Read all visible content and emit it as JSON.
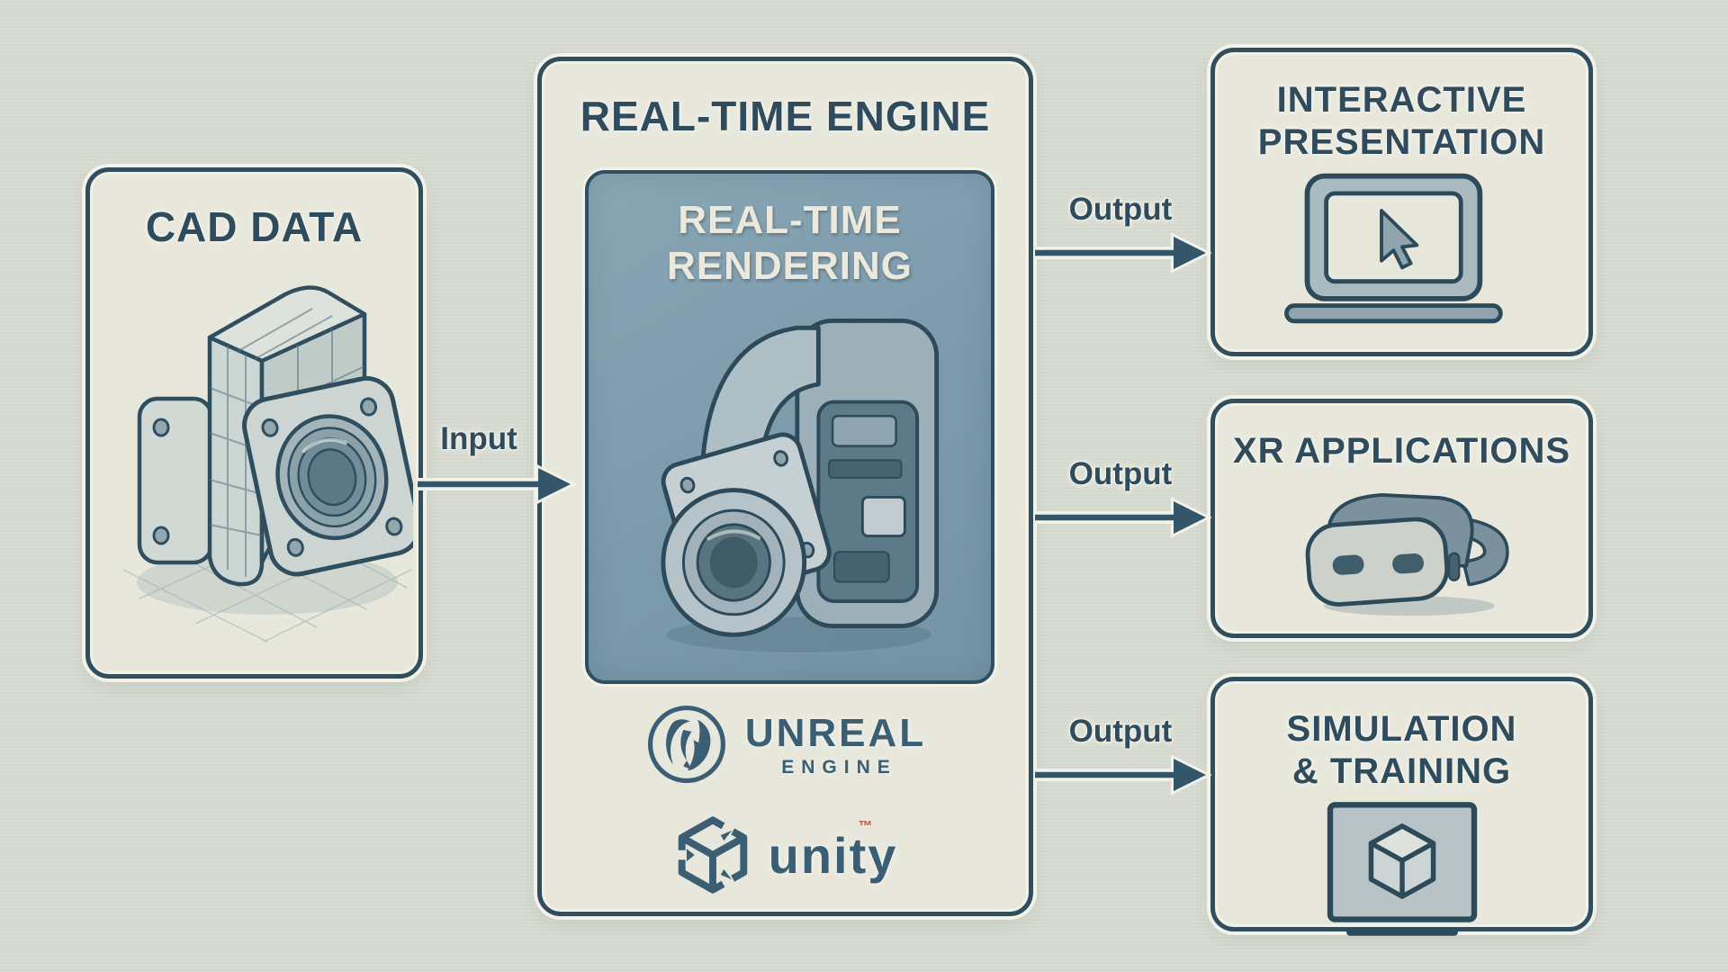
{
  "page": {
    "background_color": "#d7dbd1",
    "panel_fill": "#e8e7dc",
    "accent_dark": "#2f4e5f",
    "halo_color": "#f3f2e8",
    "rendering_panel_blue": "#7b9aab",
    "logo_slate": "#3a5f75",
    "trademark_red": "#c0524e"
  },
  "cad_box": {
    "title": "CAD DATA",
    "icon": "cad-part-icon"
  },
  "engine_box": {
    "title": "REAL-TIME ENGINE",
    "rendering_panel": {
      "title_lines": [
        "REAL-TIME",
        "RENDERING"
      ],
      "text_color": "#ece9db",
      "icon": "industrial-camera-icon"
    },
    "unreal": {
      "name": "UNREAL",
      "subname": "ENGINE",
      "icon": "unreal-engine-logo"
    },
    "unity": {
      "name": "unity",
      "trademark": "™",
      "icon": "unity-logo"
    }
  },
  "flows": {
    "input_label": "Input",
    "output_labels": [
      "Output",
      "Output",
      "Output"
    ]
  },
  "output_boxes": [
    {
      "title_lines": [
        "INTERACTIVE",
        "PRESENTATION"
      ],
      "icon": "laptop-cursor-icon"
    },
    {
      "title_lines": [
        "XR APPLICATIONS"
      ],
      "icon": "vr-headset-icon"
    },
    {
      "title_lines": [
        "SIMULATION",
        "& TRAINING"
      ],
      "icon": "monitor-cube-icon"
    }
  ]
}
